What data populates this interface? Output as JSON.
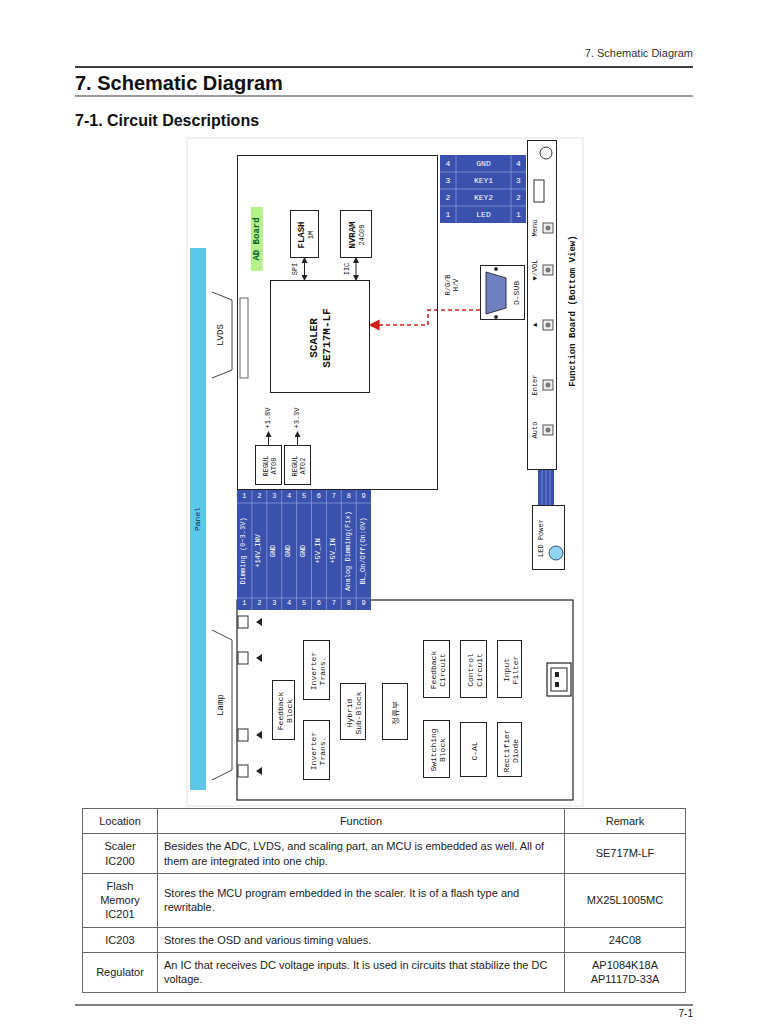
{
  "diagram": {
    "title": "7. Schematic Diagram",
    "nodes": [
      {
        "text": [
          "Panel"
        ]
      },
      {
        "text": [
          "AD Board"
        ]
      },
      {
        "text": [
          "FLASH",
          "1M"
        ],
        "in": 1
      },
      {
        "text": [
          "NVRAM",
          "24C08"
        ],
        "in": 1
      },
      {
        "text": [
          "SCALER",
          "SE717M-LF"
        ],
        "in": 1
      },
      {
        "text": [
          "REGUL AT08"
        ],
        "in": 1
      },
      {
        "text": [
          "REGUL AT02"
        ],
        "in": 1
      },
      {
        "text": [
          "D-SUB"
        ]
      },
      {
        "text": [
          "Function Board (Bottom View)"
        ]
      },
      {
        "text": [
          "LED Power"
        ]
      },
      {
        "text": [
          "Feedback Block"
        ]
      },
      {
        "text": [
          "Inverter Trans."
        ]
      },
      {
        "text": [
          "Inverter Trans."
        ]
      },
      {
        "text": [
          "Hybrid Sub-Block"
        ]
      },
      {
        "text": [
          "정류부"
        ]
      },
      {
        "text": [
          "Feedback Circuit"
        ]
      },
      {
        "text": [
          "Control Circuit"
        ]
      },
      {
        "text": [
          "Input Filter"
        ]
      },
      {
        "text": [
          "Switching Block"
        ]
      },
      {
        "text": [
          "C-AL"
        ]
      },
      {
        "text": [
          "Rectifier Diode"
        ]
      }
    ],
    "edges": [
      {
        "from": 2,
        "to": 4,
        "arrow": "both",
        "label": "SPI"
      },
      {
        "from": 3,
        "to": 4,
        "arrow": "both",
        "label": "IIC"
      },
      {
        "from": 7,
        "to": 4,
        "arrow": "to",
        "label": "R/G/B H/V"
      }
    ],
    "labels": [
      "7. Schematic Diagram",
      "7-1. Circuit Descriptions",
      "LVDS",
      "+1.8V",
      "+3.3V",
      "1",
      "2",
      "3",
      "4",
      "5",
      "6",
      "7",
      "8",
      "9",
      "Dimming (0~3.3V)",
      "+14V_INV",
      "GND",
      "GND",
      "GND",
      "+5V_IN",
      "+5V_IN",
      "Analog Dimming(Fix)",
      "BL_On/Off(On:0V)",
      "1",
      "2",
      "3",
      "4",
      "5",
      "6",
      "7",
      "8",
      "9",
      "4",
      "GND",
      "4",
      "3",
      "KEY1",
      "3",
      "2",
      "KEY2",
      "2",
      "1",
      "LED",
      "1",
      "Menu",
      "▼/VOL",
      "▲",
      "Enter",
      "Auto",
      "Lamp",
      "Location",
      "Function",
      "Remark",
      "Scaler IC200",
      "Besides the ADC, LVDS, and scaling part, an MCU is embedded as well. All of them are integrated into one chip.",
      "SE717M-LF",
      "Flash Memory IC201",
      "Stores the MCU program embedded in the scaler. It is of a flash type and rewritable.",
      "MX25L1005MC",
      "IC203",
      "Stores the OSD and various timing values.",
      "24C08",
      "Regulator",
      "An IC that receives DC voltage inputs. It is used in circuits that stabilize the DC voltage.",
      "AP1084K18A AP1117D-33A",
      "7-1"
    ]
  }
}
